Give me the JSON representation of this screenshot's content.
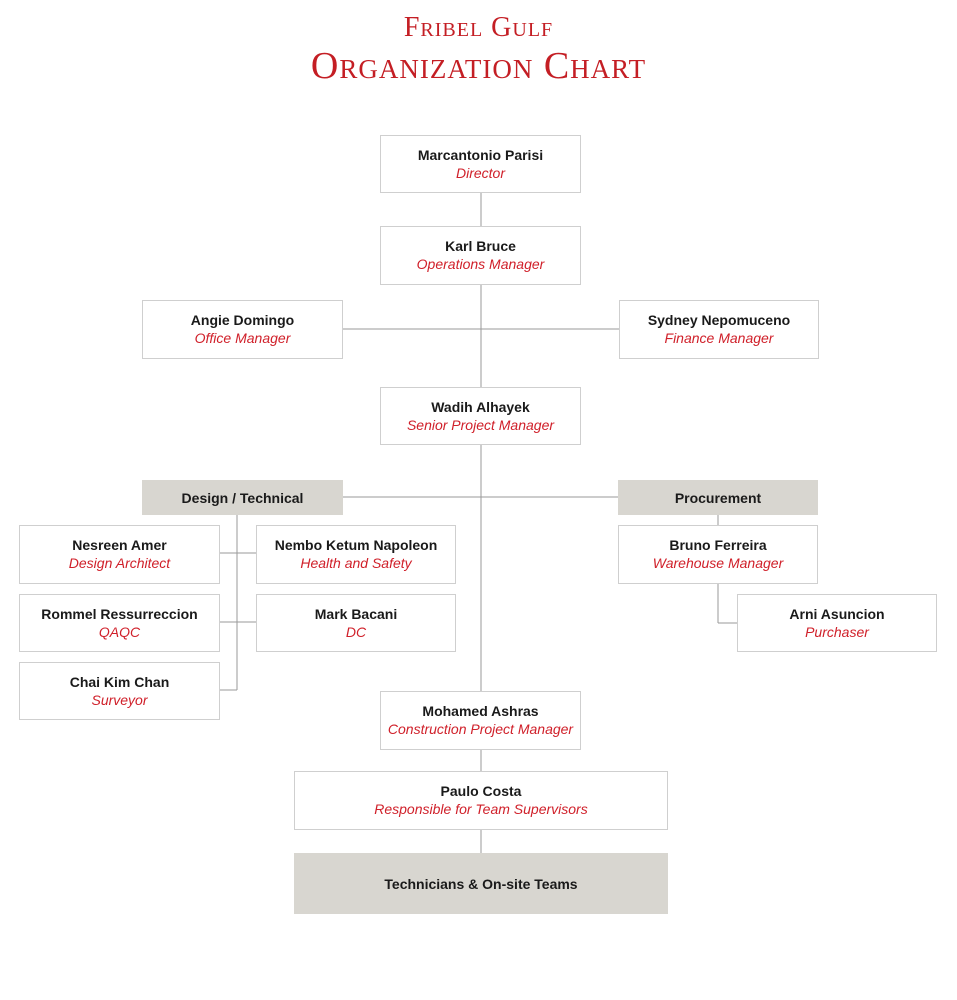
{
  "header": {
    "company": "Fribel Gulf",
    "title": "Organization Chart"
  },
  "people": {
    "director": {
      "name": "Marcantonio Parisi",
      "role": "Director"
    },
    "ops": {
      "name": "Karl Bruce",
      "role": "Operations Manager"
    },
    "office": {
      "name": "Angie Domingo",
      "role": "Office Manager"
    },
    "finance": {
      "name": "Sydney Nepomuceno",
      "role": "Finance Manager"
    },
    "spm": {
      "name": "Wadih Alhayek",
      "role": "Senior Project Manager"
    },
    "nesreen": {
      "name": "Nesreen Amer",
      "role": "Design Architect"
    },
    "nembo": {
      "name": "Nembo Ketum Napoleon",
      "role": "Health and Safety"
    },
    "rommel": {
      "name": "Rommel Ressurreccion",
      "role": "QAQC"
    },
    "mark": {
      "name": "Mark Bacani",
      "role": "DC"
    },
    "chai": {
      "name": "Chai Kim Chan",
      "role": "Surveyor"
    },
    "bruno": {
      "name": "Bruno Ferreira",
      "role": "Warehouse Manager"
    },
    "arni": {
      "name": "Arni Asuncion",
      "role": "Purchaser"
    },
    "cpm": {
      "name": "Mohamed Ashras",
      "role": "Construction Project Manager"
    },
    "paulo": {
      "name": "Paulo Costa",
      "role": "Responsible for Team Supervisors"
    }
  },
  "groups": {
    "design": "Design / Technical",
    "procurement": "Procurement",
    "teams": "Technicians & On-site Teams"
  },
  "colors": {
    "accent": "#c41e24",
    "group_fill": "#d8d6d0",
    "line": "#9a9a9a"
  }
}
